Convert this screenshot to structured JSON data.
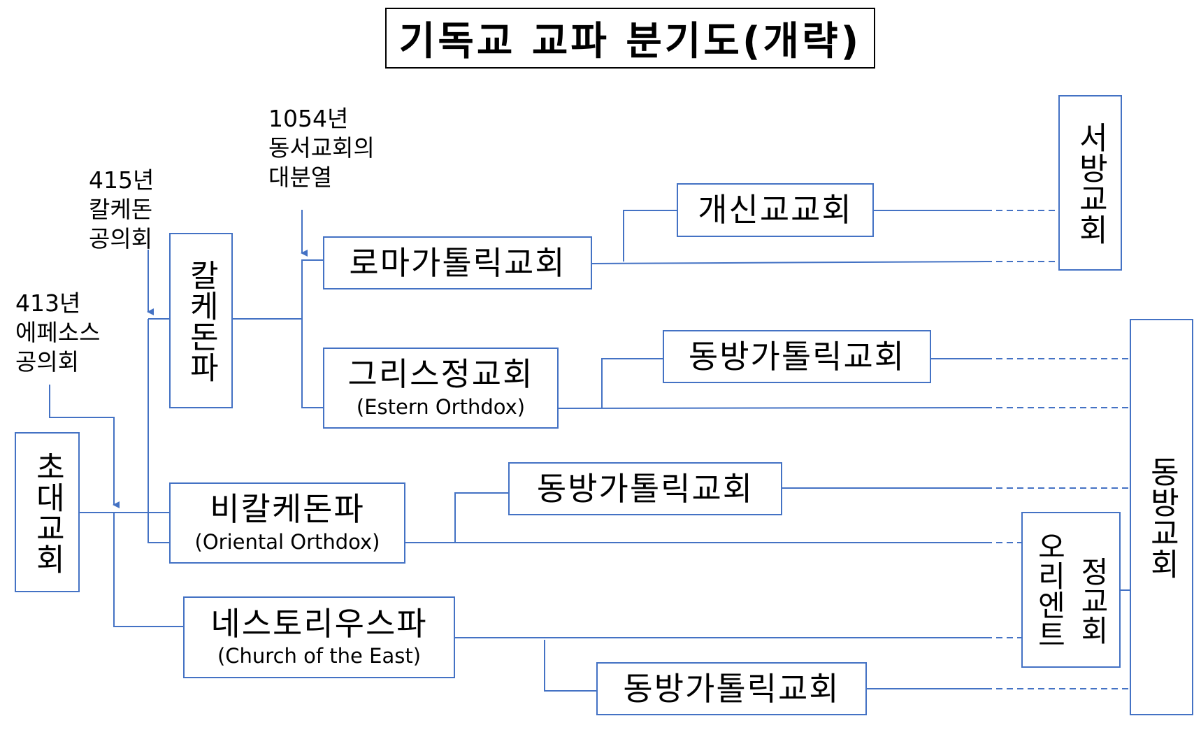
{
  "title": "기독교 교파 분기도(개략)",
  "colors": {
    "line": "#4472C4",
    "title_border": "#000000",
    "text": "#000000"
  },
  "notes": {
    "ephesus": "413년\n에페소스\n공의회",
    "chalcedon": "415년\n칼케돈\n공의회",
    "schism": "1054년\n동서교회의\n대분열"
  },
  "nodes": {
    "early_church": "초대교회",
    "chalcedonian": "칼케돈파",
    "roman_catholic": "로마가톨릭교회",
    "protestant": "개신교교회",
    "greek_orthodox": {
      "main": "그리스정교회",
      "sub": "(Estern Orthdox)"
    },
    "eastern_catholic_1": "동방가톨릭교회",
    "non_chalcedonian": {
      "main": "비칼케돈파",
      "sub": "(Oriental Orthdox)"
    },
    "eastern_catholic_2": "동방가톨릭교회",
    "nestorian": {
      "main": "네스토리우스파",
      "sub": "(Church of the East)"
    },
    "eastern_catholic_3": "동방가톨릭교회",
    "western_church": "서방교회",
    "eastern_church": "동방교회",
    "oriental_orthodox": {
      "col1": "오리엔트",
      "col2": "정교회"
    }
  }
}
